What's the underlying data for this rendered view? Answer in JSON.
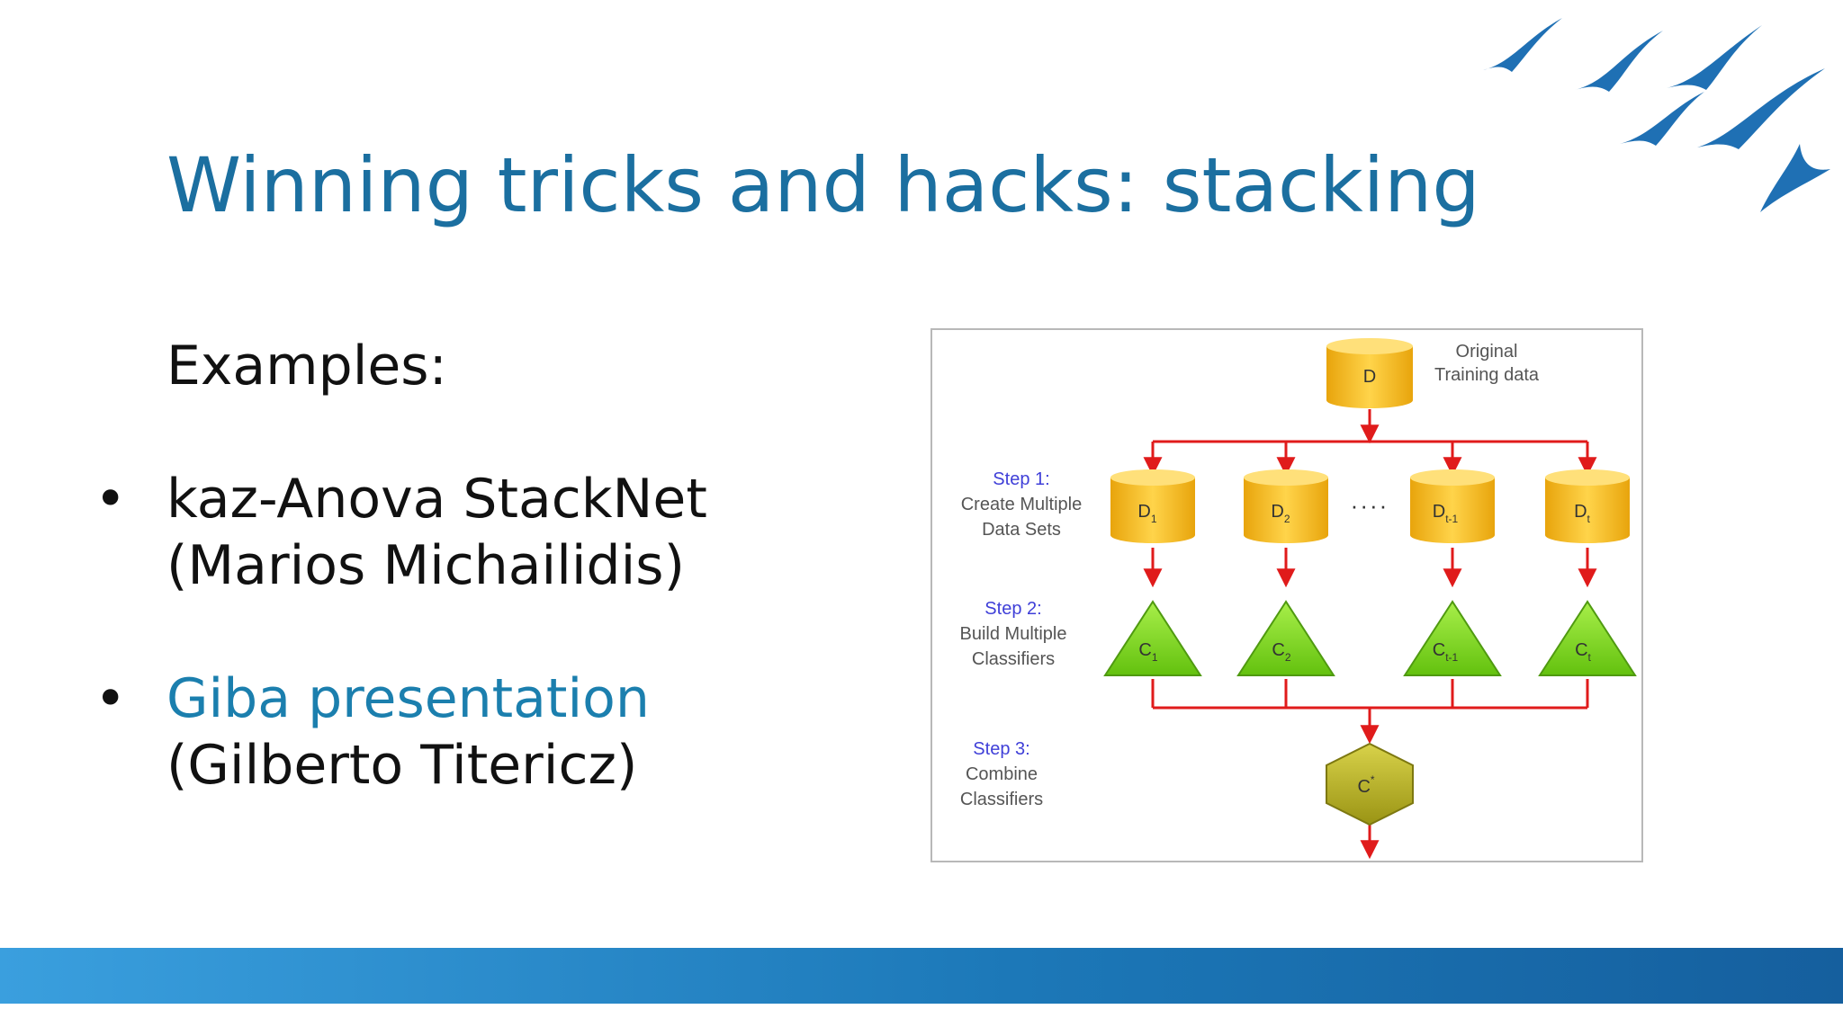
{
  "slide": {
    "title": "Winning tricks and hacks: stacking",
    "intro": "Examples:",
    "items": [
      {
        "line1": "kaz-Anova StackNet",
        "line2": "(Marios Michailidis)",
        "is_link": false
      },
      {
        "line1": "Giba presentation",
        "line2": "(Gilberto Titericz)",
        "is_link": true
      }
    ],
    "bullet": "•"
  },
  "diagram": {
    "root": {
      "label": "D",
      "caption": [
        "Original",
        "Training data"
      ]
    },
    "steps": [
      {
        "heading": "Step 1:",
        "lines": [
          "Create Multiple",
          "Data Sets"
        ]
      },
      {
        "heading": "Step 2:",
        "lines": [
          "Build Multiple",
          "Classifiers"
        ]
      },
      {
        "heading": "Step 3:",
        "lines": [
          "Combine",
          "Classifiers"
        ]
      }
    ],
    "datasets": [
      {
        "base": "D",
        "sub": "1"
      },
      {
        "base": "D",
        "sub": "2"
      },
      {
        "base": "D",
        "sub": "t-1"
      },
      {
        "base": "D",
        "sub": "t"
      }
    ],
    "classifiers": [
      {
        "base": "C",
        "sub": "1"
      },
      {
        "base": "C",
        "sub": "2"
      },
      {
        "base": "C",
        "sub": "t-1"
      },
      {
        "base": "C",
        "sub": "t"
      }
    ],
    "combined": {
      "base": "C",
      "sup": "*"
    },
    "ellipsis": "····",
    "colors": {
      "cylinder": "#f7c024",
      "triangle": "#7fd61c",
      "hexagon": "#b9b528",
      "arrow": "#e01b1b",
      "step_heading": "#3f3fd8",
      "caption": "#555555"
    }
  },
  "theme": {
    "title_color": "#1b6fa0",
    "link_color": "#1b7fae",
    "bar_color": "#1c78b8",
    "bird_color": "#1f70b4"
  }
}
